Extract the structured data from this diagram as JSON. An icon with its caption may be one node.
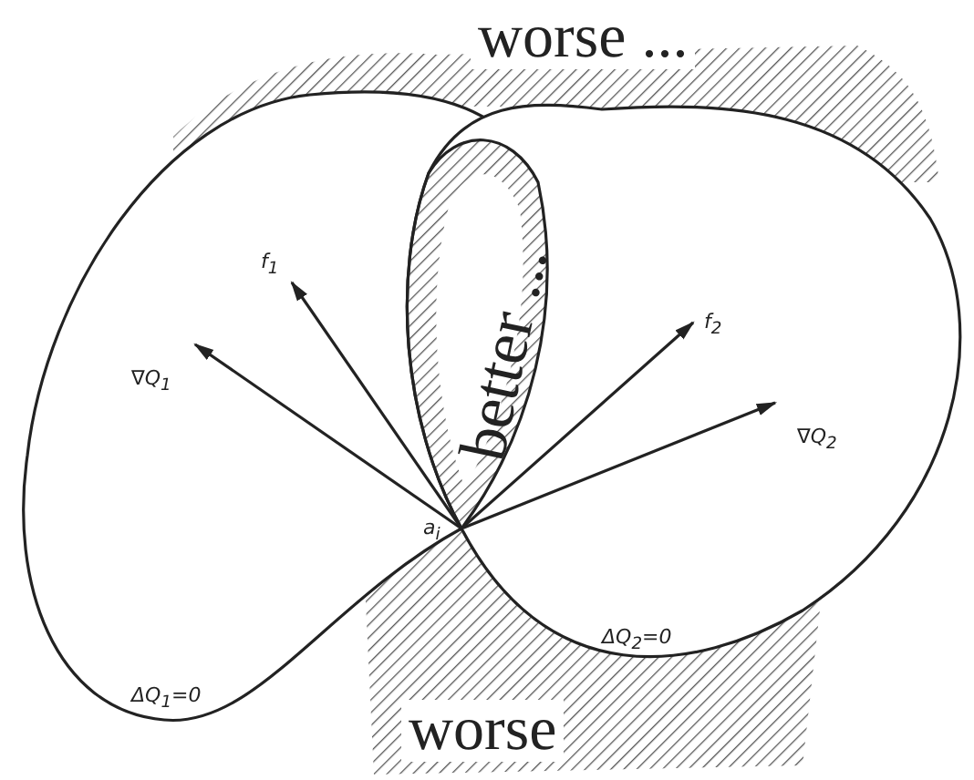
{
  "diagram": {
    "labels": [
      "worse ...",
      "better ...",
      "f$_{1}$",
      "f$_{2}$",
      "∇Q$_{1}$",
      "∇Q$_{2}$",
      "a$_{i}$",
      "ΔQ$_{2}$=0",
      "ΔQ$_{1}$=0",
      "worse"
    ]
  }
}
